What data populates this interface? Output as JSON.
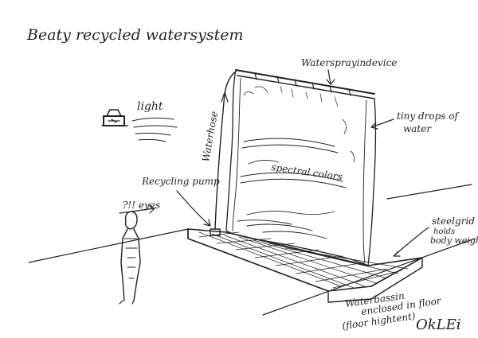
{
  "title": "Beaty recycled watersystem",
  "labels": {
    "light": "light",
    "water_spray_device": "Watersprayindevice",
    "tiny_drops": "tiny drops of",
    "tiny_drops_2": "water",
    "water_hose": "Waterhose",
    "spectral_colors": "spectral colors",
    "recycling_pump": "Recycling pump",
    "eyes": "?!! eyes",
    "steelgrid": "steelgrid",
    "holds": "holds",
    "body_weight": "body weight",
    "water_basin": "Waterbassin",
    "enclosed": "enclosed in floor",
    "floor_height": "(floor hightent)",
    "signature": "OkLEi"
  }
}
